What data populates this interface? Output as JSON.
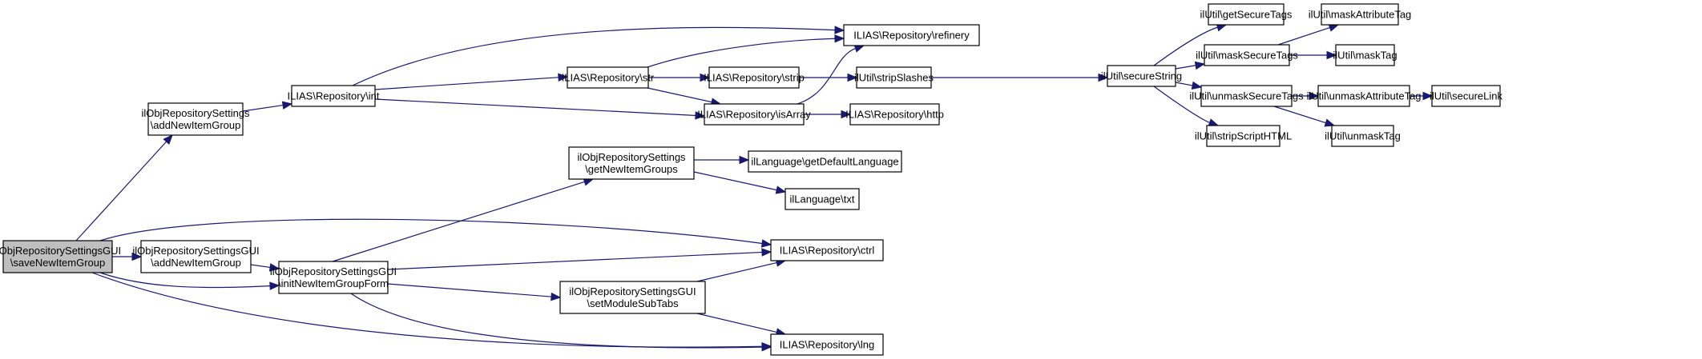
{
  "diagram": {
    "type": "call-graph",
    "colors": {
      "edge": "#191970",
      "root_fill": "#bfbfbf",
      "node_fill": "#ffffff",
      "border": "#000000"
    },
    "nodes": [
      {
        "id": "saveNewItemGroup",
        "lines": [
          "ilObjRepositorySettingsGUI",
          "\\saveNewItemGroup"
        ],
        "root": true
      },
      {
        "id": "settingsAddNewItemGroup",
        "lines": [
          "ilObjRepositorySettings",
          "\\addNewItemGroup"
        ]
      },
      {
        "id": "guiAddNewItemGroup",
        "lines": [
          "ilObjRepositorySettingsGUI",
          "\\addNewItemGroup"
        ]
      },
      {
        "id": "int",
        "lines": [
          "ILIAS\\Repository\\int"
        ]
      },
      {
        "id": "initNewItemGroupForm",
        "lines": [
          "ilObjRepositorySettingsGUI",
          "\\initNewItemGroupForm"
        ]
      },
      {
        "id": "str",
        "lines": [
          "ILIAS\\Repository\\str"
        ]
      },
      {
        "id": "refinery",
        "lines": [
          "ILIAS\\Repository\\refinery"
        ]
      },
      {
        "id": "strip",
        "lines": [
          "ILIAS\\Repository\\strip"
        ]
      },
      {
        "id": "stripSlashes",
        "lines": [
          "ilUtil\\stripSlashes"
        ]
      },
      {
        "id": "isArray",
        "lines": [
          "ILIAS\\Repository\\isArray"
        ]
      },
      {
        "id": "http",
        "lines": [
          "ILIAS\\Repository\\http"
        ]
      },
      {
        "id": "getNewItemGroups",
        "lines": [
          "ilObjRepositorySettings",
          "\\getNewItemGroups"
        ]
      },
      {
        "id": "getDefaultLanguage",
        "lines": [
          "ilLanguage\\getDefaultLanguage"
        ]
      },
      {
        "id": "txt",
        "lines": [
          "ilLanguage\\txt"
        ]
      },
      {
        "id": "ctrl",
        "lines": [
          "ILIAS\\Repository\\ctrl"
        ]
      },
      {
        "id": "setModuleSubTabs",
        "lines": [
          "ilObjRepositorySettingsGUI",
          "\\setModuleSubTabs"
        ]
      },
      {
        "id": "lng",
        "lines": [
          "ILIAS\\Repository\\lng"
        ]
      },
      {
        "id": "secureString",
        "lines": [
          "ilUtil\\secureString"
        ]
      },
      {
        "id": "getSecureTags",
        "lines": [
          "ilUtil\\getSecureTags"
        ]
      },
      {
        "id": "maskSecureTags",
        "lines": [
          "ilUtil\\maskSecureTags"
        ]
      },
      {
        "id": "unmaskSecureTags",
        "lines": [
          "ilUtil\\unmaskSecureTags"
        ]
      },
      {
        "id": "stripScriptHTML",
        "lines": [
          "ilUtil\\stripScriptHTML"
        ]
      },
      {
        "id": "maskAttributeTag",
        "lines": [
          "ilUtil\\maskAttributeTag"
        ]
      },
      {
        "id": "maskTag",
        "lines": [
          "ilUtil\\maskTag"
        ]
      },
      {
        "id": "unmaskAttributeTag",
        "lines": [
          "ilUtil\\unmaskAttributeTag"
        ]
      },
      {
        "id": "unmaskTag",
        "lines": [
          "ilUtil\\unmaskTag"
        ]
      },
      {
        "id": "secureLink",
        "lines": [
          "ilUtil\\secureLink"
        ]
      }
    ],
    "edges": [
      {
        "from": "saveNewItemGroup",
        "to": "settingsAddNewItemGroup"
      },
      {
        "from": "saveNewItemGroup",
        "to": "guiAddNewItemGroup"
      },
      {
        "from": "saveNewItemGroup",
        "to": "ctrl"
      },
      {
        "from": "saveNewItemGroup",
        "to": "initNewItemGroupForm"
      },
      {
        "from": "saveNewItemGroup",
        "to": "lng"
      },
      {
        "from": "settingsAddNewItemGroup",
        "to": "int"
      },
      {
        "from": "int",
        "to": "refinery"
      },
      {
        "from": "int",
        "to": "str"
      },
      {
        "from": "int",
        "to": "isArray"
      },
      {
        "from": "str",
        "to": "refinery"
      },
      {
        "from": "str",
        "to": "strip"
      },
      {
        "from": "str",
        "to": "isArray"
      },
      {
        "from": "strip",
        "to": "stripSlashes"
      },
      {
        "from": "isArray",
        "to": "refinery"
      },
      {
        "from": "isArray",
        "to": "http"
      },
      {
        "from": "stripSlashes",
        "to": "secureString"
      },
      {
        "from": "secureString",
        "to": "getSecureTags"
      },
      {
        "from": "secureString",
        "to": "maskSecureTags"
      },
      {
        "from": "secureString",
        "to": "unmaskSecureTags"
      },
      {
        "from": "secureString",
        "to": "stripScriptHTML"
      },
      {
        "from": "maskSecureTags",
        "to": "maskAttributeTag"
      },
      {
        "from": "maskSecureTags",
        "to": "maskTag"
      },
      {
        "from": "unmaskSecureTags",
        "to": "unmaskAttributeTag"
      },
      {
        "from": "unmaskSecureTags",
        "to": "unmaskTag"
      },
      {
        "from": "unmaskAttributeTag",
        "to": "secureLink"
      },
      {
        "from": "guiAddNewItemGroup",
        "to": "initNewItemGroupForm"
      },
      {
        "from": "initNewItemGroupForm",
        "to": "getNewItemGroups"
      },
      {
        "from": "initNewItemGroupForm",
        "to": "ctrl"
      },
      {
        "from": "initNewItemGroupForm",
        "to": "setModuleSubTabs"
      },
      {
        "from": "initNewItemGroupForm",
        "to": "lng"
      },
      {
        "from": "getNewItemGroups",
        "to": "getDefaultLanguage"
      },
      {
        "from": "getNewItemGroups",
        "to": "txt"
      },
      {
        "from": "setModuleSubTabs",
        "to": "ctrl"
      },
      {
        "from": "setModuleSubTabs",
        "to": "lng"
      }
    ]
  }
}
